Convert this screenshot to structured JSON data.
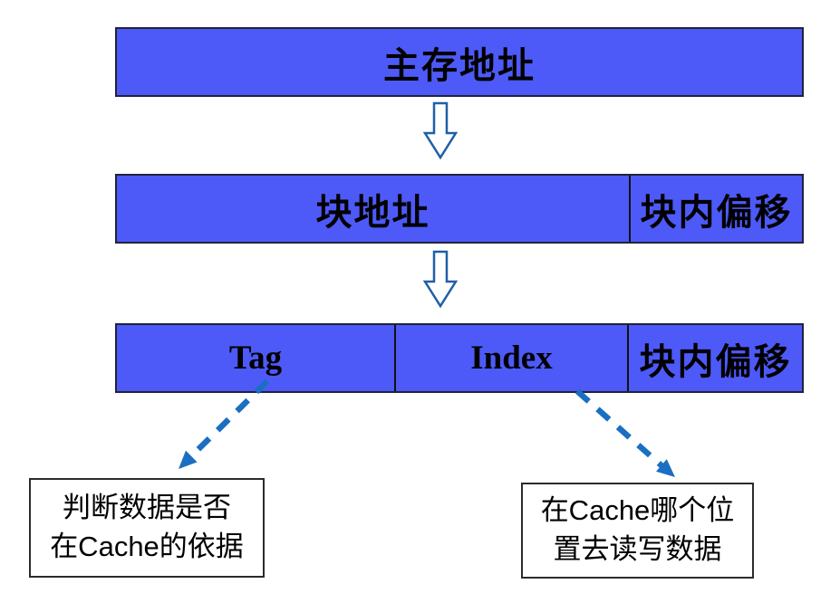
{
  "colors": {
    "background": "#ffffff",
    "bar_fill": "#4d5af8",
    "bar_border": "#20233a",
    "cell_divider": "#111111",
    "flow_arrow_outline": "#1f5fa8",
    "dashed_arrow": "#1b6fc2",
    "callout_border": "#2b2b2b",
    "callout_bg": "#ffffff",
    "text": "#000000"
  },
  "rows": [
    {
      "name": "main-memory-address",
      "cells": [
        {
          "label": "主存地址"
        }
      ]
    },
    {
      "name": "block-address",
      "cells": [
        {
          "label": "块地址"
        },
        {
          "label": "块内偏移"
        }
      ]
    },
    {
      "name": "cache-address-fields",
      "cells": [
        {
          "label": "Tag"
        },
        {
          "label": "Index"
        },
        {
          "label": "块内偏移"
        }
      ]
    }
  ],
  "callouts": {
    "tag": {
      "line1": "判断数据是否",
      "line2": "在Cache的依据"
    },
    "index": {
      "line1": "在Cache哪个位",
      "line2": "置去读写数据"
    }
  },
  "icons": {
    "flow_arrow": "hollow-down-arrow",
    "dashed_arrow": "dashed-diagonal-arrow"
  }
}
